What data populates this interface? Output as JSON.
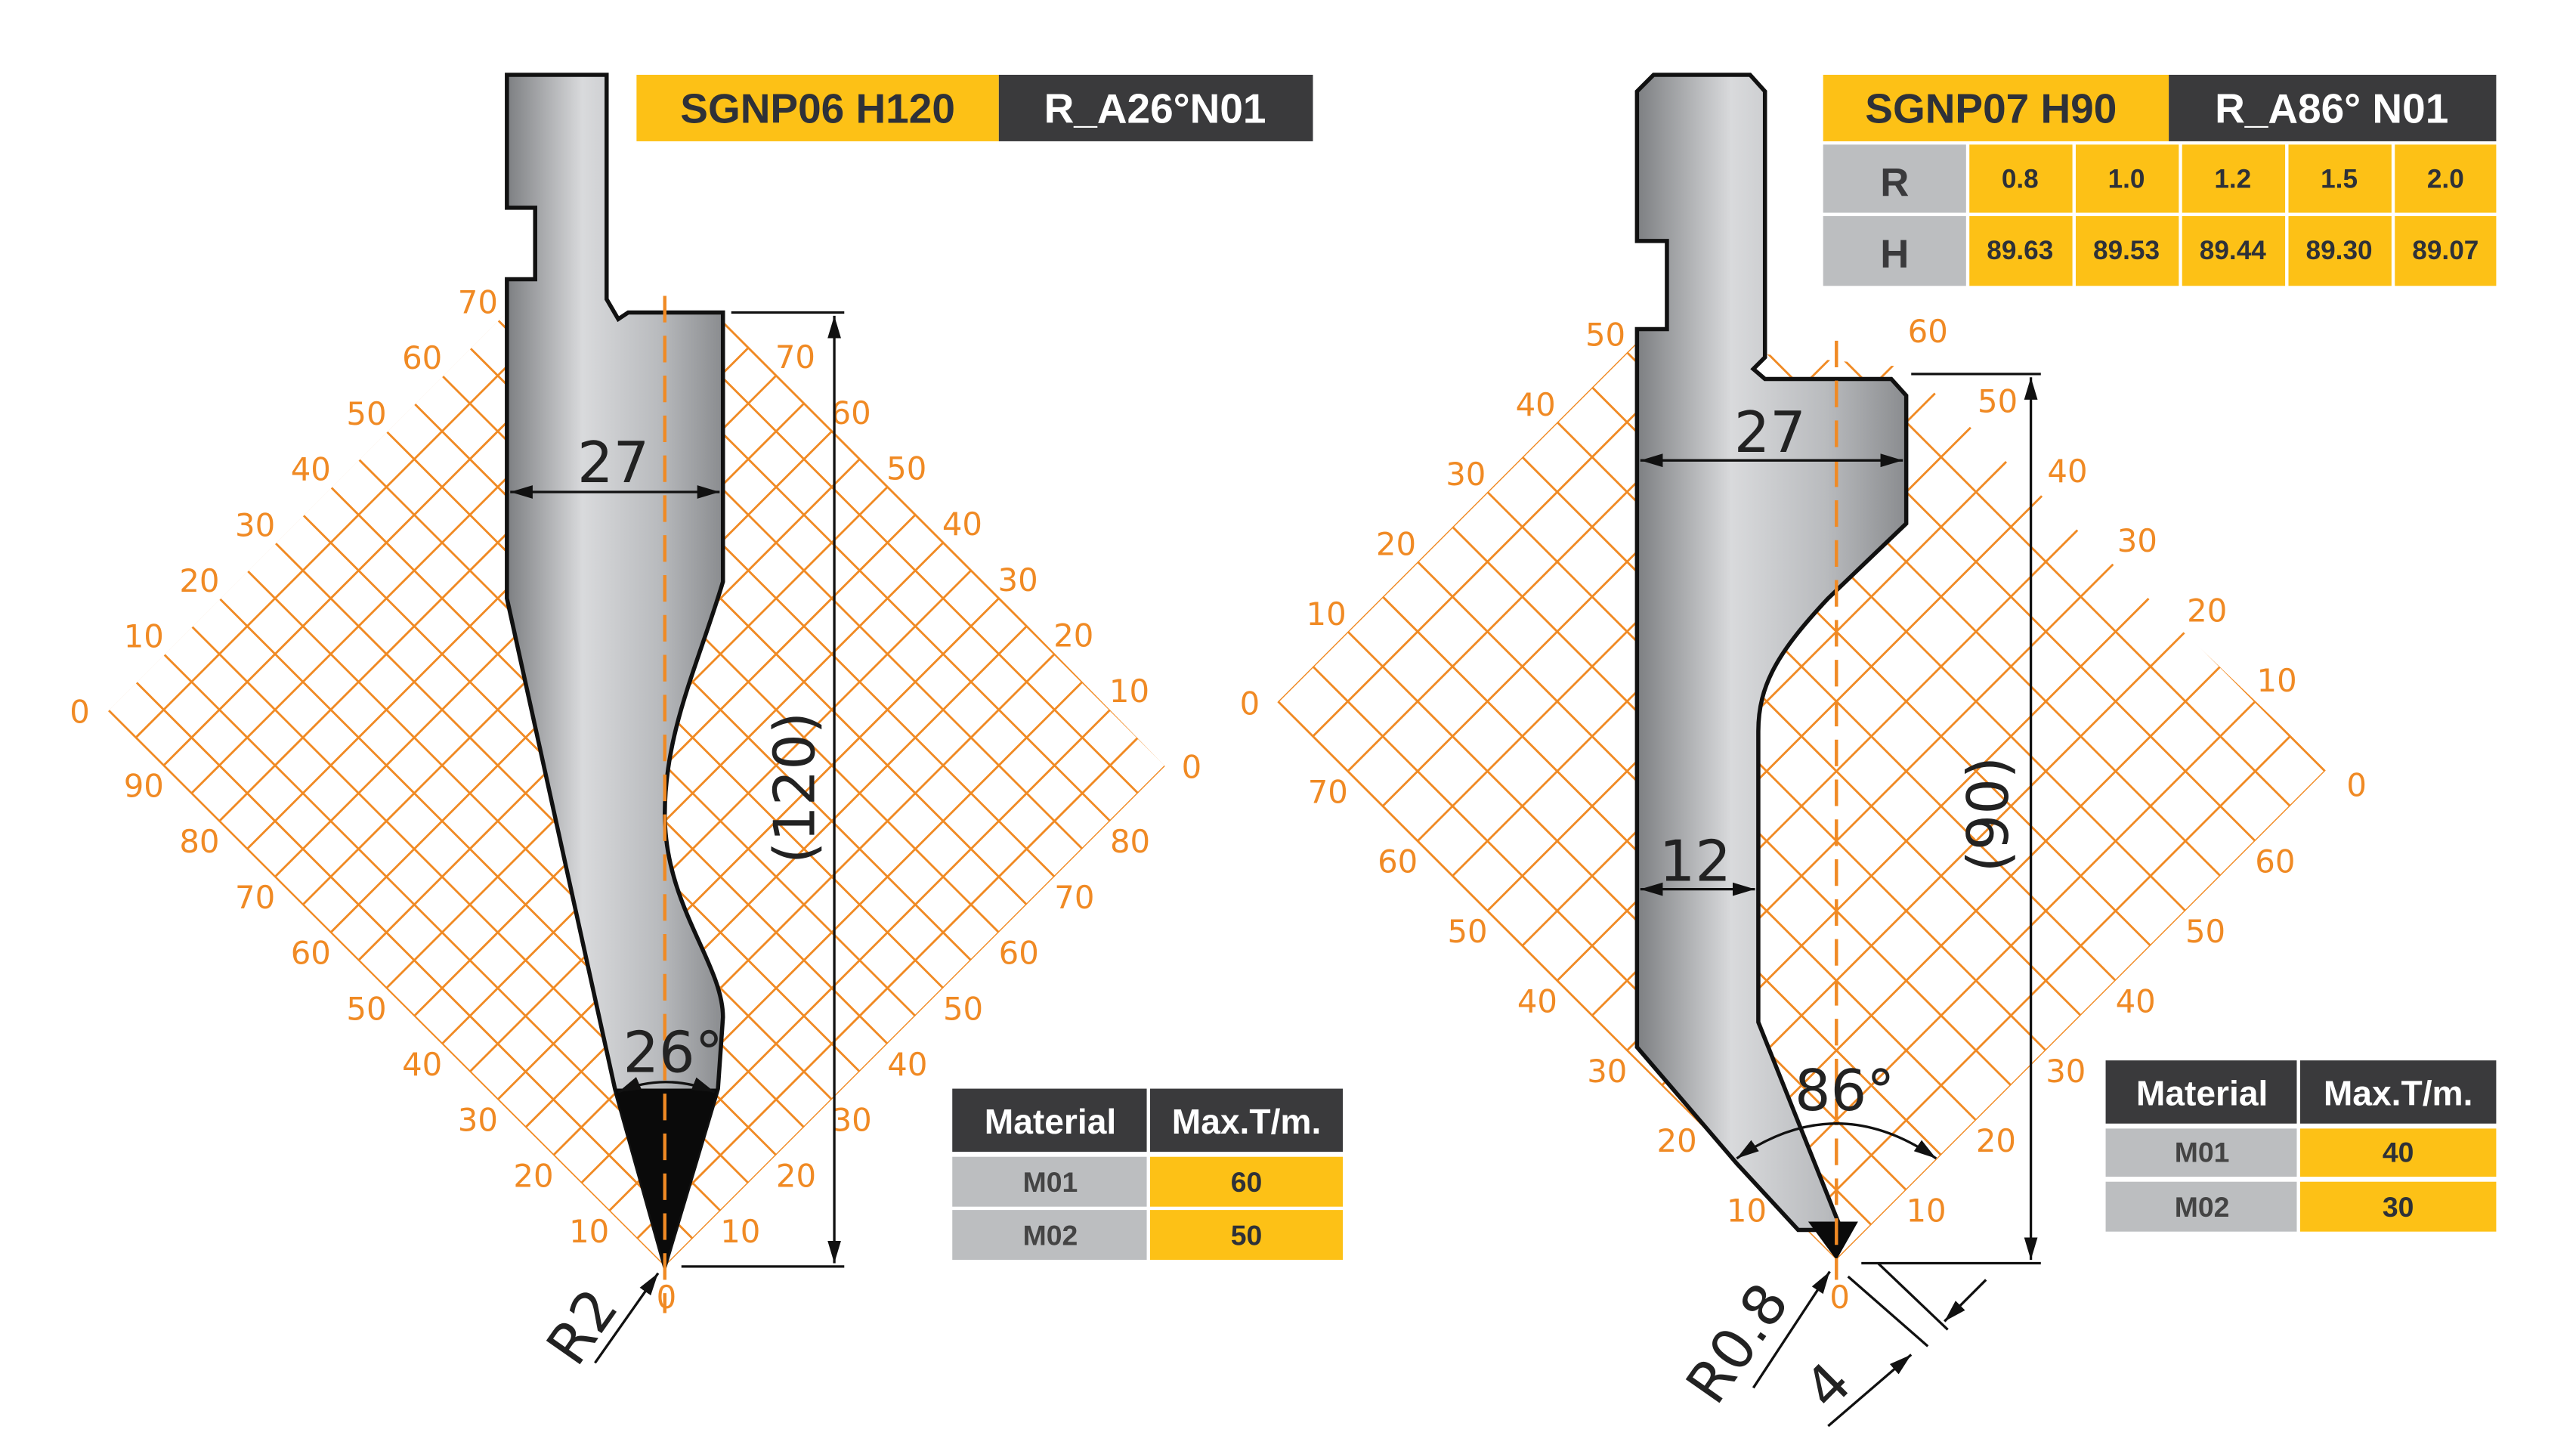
{
  "colors": {
    "grid": "#f08a24",
    "yellow": "#fdc116",
    "dark": "#3a3a3c",
    "gray": "#bcbec0",
    "text_dark": "#2e3138"
  },
  "left_tool": {
    "model": "SGNP06 H120",
    "code": "R_A26°N01",
    "dims": {
      "width": "27",
      "height": "(120)",
      "angle": "26°",
      "radius": "R2"
    },
    "grid_labels": {
      "bottom": "0",
      "lower_left": [
        "10",
        "20",
        "30",
        "40",
        "50",
        "60",
        "70",
        "80",
        "90"
      ],
      "left_corner": "0",
      "upper_left": [
        "10",
        "20",
        "30",
        "40",
        "50",
        "60",
        "70"
      ],
      "lower_right": [
        "10",
        "20",
        "30",
        "40",
        "50",
        "60",
        "70",
        "80"
      ],
      "right_corner": "0",
      "upper_right": [
        "10",
        "20",
        "30",
        "40",
        "50",
        "60",
        "70"
      ]
    },
    "material_table": {
      "headers": [
        "Material",
        "Max.T/m."
      ],
      "rows": [
        [
          "M01",
          "60"
        ],
        [
          "M02",
          "50"
        ]
      ]
    }
  },
  "right_tool": {
    "model": "SGNP07 H90",
    "code": "R_A86° N01",
    "rh_table": {
      "r_label": "R",
      "h_label": "H",
      "r_values": [
        "0.8",
        "1.0",
        "1.2",
        "1.5",
        "2.0"
      ],
      "h_values": [
        "89.63",
        "89.53",
        "89.44",
        "89.30",
        "89.07"
      ]
    },
    "dims": {
      "width": "27",
      "neck": "12",
      "height": "(90)",
      "angle": "86°",
      "radius": "R0.8",
      "offset": "4"
    },
    "grid_labels": {
      "bottom": "0",
      "lower_left": [
        "10",
        "20",
        "30",
        "40",
        "50",
        "60",
        "70"
      ],
      "left_corner": "0",
      "upper_left": [
        "10",
        "20",
        "30",
        "40",
        "50"
      ],
      "lower_right": [
        "10",
        "20",
        "30",
        "40",
        "50",
        "60"
      ],
      "right_corner": "0",
      "upper_right": [
        "10",
        "20",
        "30",
        "40",
        "50",
        "60"
      ]
    },
    "material_table": {
      "headers": [
        "Material",
        "Max.T/m."
      ],
      "rows": [
        [
          "M01",
          "40"
        ],
        [
          "M02",
          "30"
        ]
      ]
    }
  }
}
